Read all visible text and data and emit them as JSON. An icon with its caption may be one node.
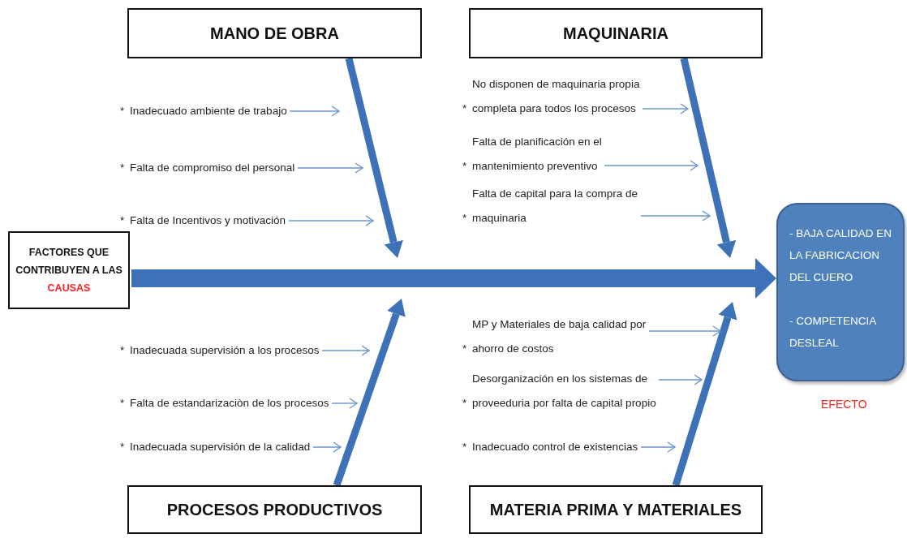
{
  "diagram": {
    "nodes": [
      {
        "text": [
          "FACTORES QUE CONTRIBUYEN A LAS",
          "CAUSAS"
        ]
      },
      {
        "text": [
          "- BAJA CALIDAD EN LA FABRICACION DEL CUERO",
          "- COMPETENCIA DESLEAL"
        ],
        "beside": [
          "EFECTO"
        ]
      },
      {
        "text": [
          "MANO DE OBRA"
        ]
      },
      {
        "text": [
          "MAQUINARIA"
        ]
      },
      {
        "text": [
          "PROCESOS PRODUCTIVOS"
        ]
      },
      {
        "text": [
          "MATERIA PRIMA Y MATERIALES"
        ]
      },
      {
        "text": [
          "*",
          "Inadecuado ambiente de trabajo"
        ]
      },
      {
        "text": [
          "*",
          "Falta de compromiso del personal"
        ]
      },
      {
        "text": [
          "*",
          "Falta de Incentivos y motivación"
        ]
      },
      {
        "text": [
          "*",
          "No disponen de maquinaria propia completa para todos los procesos"
        ]
      },
      {
        "text": [
          "*",
          "Falta de planificación en el mantenimiento preventivo"
        ]
      },
      {
        "text": [
          "*",
          "Falta de capital para la compra de maquinaria"
        ]
      },
      {
        "text": [
          "*",
          "Inadecuada supervisión a los procesos"
        ]
      },
      {
        "text": [
          "*",
          "Falta de estandarizaciòn de los procesos"
        ]
      },
      {
        "text": [
          "*",
          "Inadecuada supervisión de la calidad"
        ]
      },
      {
        "text": [
          "*",
          "MP y Materiales de baja calidad por ahorro de costos"
        ]
      },
      {
        "text": [
          "*",
          "Desorganización en los sistemas de proveeduria por falta de capital propio"
        ]
      },
      {
        "text": [
          "*",
          "Inadecuado control de existencias"
        ]
      }
    ],
    "edges": [
      {
        "from": 0,
        "to": 1,
        "arrow": "to",
        "style": "thick",
        "color": "#3d72b8"
      },
      {
        "from": 2,
        "to": null,
        "arrow": "to",
        "style": "thick",
        "color": "#3d72b8"
      },
      {
        "from": 3,
        "to": null,
        "arrow": "to",
        "style": "thick",
        "color": "#3d72b8"
      },
      {
        "from": 4,
        "to": null,
        "arrow": "to",
        "style": "thick",
        "color": "#3d72b8"
      },
      {
        "from": 5,
        "to": null,
        "arrow": "to",
        "style": "thick",
        "color": "#3d72b8"
      },
      {
        "from": 6,
        "to": null,
        "arrow": "to"
      },
      {
        "from": 7,
        "to": null,
        "arrow": "to"
      },
      {
        "from": 8,
        "to": null,
        "arrow": "to"
      },
      {
        "from": 9,
        "to": null,
        "arrow": "to"
      },
      {
        "from": 10,
        "to": null,
        "arrow": "to"
      },
      {
        "from": 11,
        "to": null,
        "arrow": "to"
      },
      {
        "from": 12,
        "to": null,
        "arrow": "to"
      },
      {
        "from": 13,
        "to": null,
        "arrow": "to"
      },
      {
        "from": 14,
        "to": null,
        "arrow": "to"
      },
      {
        "from": 15,
        "to": null,
        "arrow": "to"
      },
      {
        "from": 16,
        "to": null,
        "arrow": "to"
      },
      {
        "from": 17,
        "to": null,
        "arrow": "to"
      }
    ]
  }
}
